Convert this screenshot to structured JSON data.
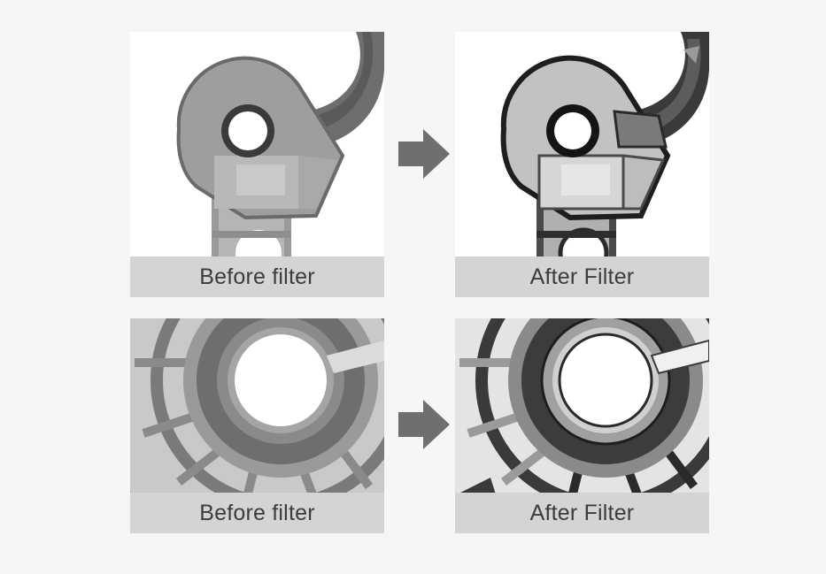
{
  "panels": [
    {
      "id": "top-before",
      "caption": "Before filter"
    },
    {
      "id": "top-after",
      "caption": "After Filter"
    },
    {
      "id": "bottom-before",
      "caption": "Before filter"
    },
    {
      "id": "bottom-after",
      "caption": "After Filter"
    }
  ],
  "colors": {
    "background": "#f6f6f6",
    "caption_bar": "#d4d4d6",
    "caption_text": "#3c3c3c",
    "arrow": "#6f6f6f"
  },
  "icons": {
    "arrow": "right-arrow-icon"
  }
}
